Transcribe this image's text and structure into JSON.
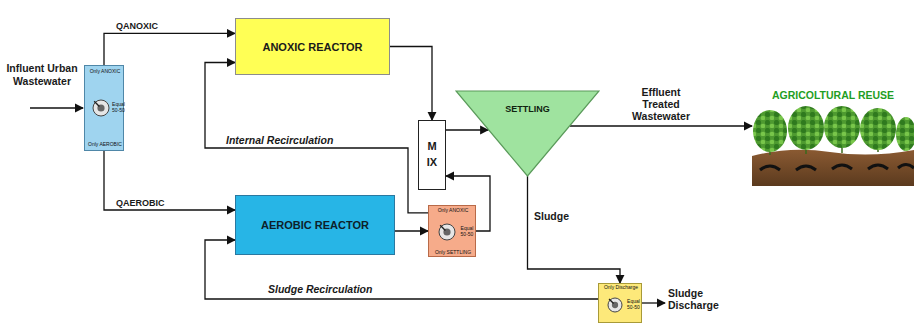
{
  "diagram": {
    "nodes": [
      {
        "text": [
          "Only ANOXIC",
          "Equal 50-50",
          "Only AEROBIC"
        ]
      },
      {
        "text": [
          "ANOXIC REACTOR"
        ]
      },
      {
        "text": [
          "AEROBIC REACTOR"
        ]
      },
      {
        "text": [
          "MIX"
        ]
      },
      {
        "text": [
          "Only ANOXIC",
          "Equal 50-50",
          "Only SETTLING"
        ]
      },
      {
        "text": [
          "SETTLING"
        ]
      },
      {
        "text": [
          "AGRICOLTURAL REUSE"
        ]
      },
      {
        "text": [
          "Only Discharge",
          "Equal 50-50"
        ]
      }
    ],
    "edges": [
      {
        "from": 0,
        "to": 1,
        "arrow": "to",
        "label": "QANOXIC"
      },
      {
        "from": 0,
        "to": 2,
        "arrow": "to",
        "label": "QAEROBIC"
      },
      {
        "from": 1,
        "to": 3,
        "arrow": "to"
      },
      {
        "from": 2,
        "to": 4,
        "arrow": "to"
      },
      {
        "from": 4,
        "to": 1,
        "arrow": "to",
        "label": "Internal Recirculation"
      },
      {
        "from": 4,
        "to": 3,
        "arrow": "to"
      },
      {
        "from": 3,
        "to": 5,
        "arrow": "to"
      },
      {
        "from": 5,
        "to": 6,
        "arrow": "to",
        "label": "Effluent Treated Wastewater"
      },
      {
        "from": 5,
        "to": 7,
        "arrow": "to",
        "label": "Sludge"
      },
      {
        "from": 7,
        "to": 2,
        "arrow": "to",
        "label": "Sludge Recirculation"
      }
    ],
    "labels": [
      "Influent Urban Wastewater",
      "Sludge Discharge"
    ]
  }
}
